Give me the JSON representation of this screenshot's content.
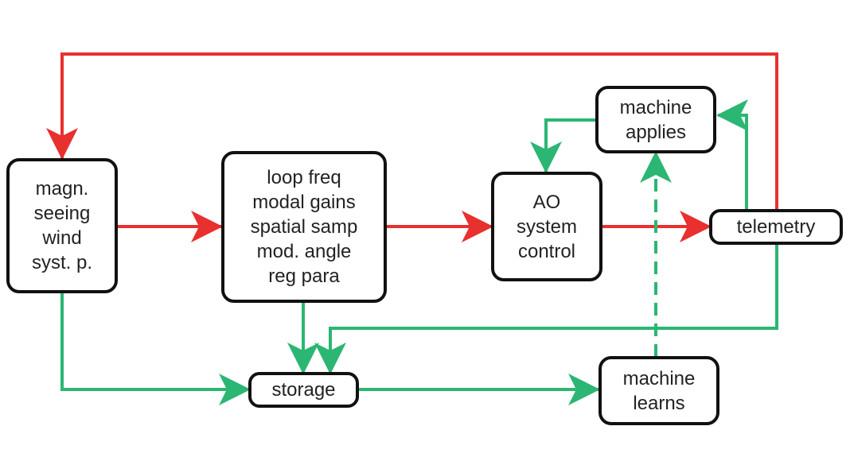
{
  "colors": {
    "forward": "#e8302f",
    "learning": "#2bb673",
    "box_border": "#111111"
  },
  "nodes": {
    "inputs": {
      "lines": [
        "magn.",
        "seeing",
        "wind",
        "syst. p."
      ]
    },
    "parameters": {
      "lines": [
        "loop freq",
        "modal gains",
        "spatial samp",
        "mod. angle",
        "reg para"
      ]
    },
    "ao_control": {
      "lines": [
        "AO",
        "system",
        "control"
      ]
    },
    "machine_applies": {
      "lines": [
        "machine",
        "applies"
      ]
    },
    "telemetry": {
      "lines": [
        "telemetry"
      ]
    },
    "storage": {
      "lines": [
        "storage"
      ]
    },
    "machine_learns": {
      "lines": [
        "machine",
        "learns"
      ]
    }
  },
  "edges": [
    {
      "id": "inputs-to-parameters",
      "from": "inputs",
      "to": "parameters",
      "color": "forward",
      "style": "solid"
    },
    {
      "id": "parameters-to-ao",
      "from": "parameters",
      "to": "ao_control",
      "color": "forward",
      "style": "solid"
    },
    {
      "id": "ao-to-telemetry",
      "from": "ao_control",
      "to": "telemetry",
      "color": "forward",
      "style": "solid"
    },
    {
      "id": "telemetry-to-inputs",
      "from": "telemetry",
      "to": "inputs",
      "color": "forward",
      "style": "solid"
    },
    {
      "id": "telemetry-to-machine-applies",
      "from": "telemetry",
      "to": "machine_applies",
      "color": "learning",
      "style": "solid"
    },
    {
      "id": "machine-applies-to-ao",
      "from": "machine_applies",
      "to": "ao_control",
      "color": "learning",
      "style": "solid"
    },
    {
      "id": "inputs-to-storage",
      "from": "inputs",
      "to": "storage",
      "color": "learning",
      "style": "solid"
    },
    {
      "id": "parameters-to-storage",
      "from": "parameters",
      "to": "storage",
      "color": "learning",
      "style": "solid"
    },
    {
      "id": "telemetry-to-storage",
      "from": "telemetry",
      "to": "storage",
      "color": "learning",
      "style": "solid"
    },
    {
      "id": "storage-to-machine-learns",
      "from": "storage",
      "to": "machine_learns",
      "color": "learning",
      "style": "solid"
    },
    {
      "id": "machine-learns-to-machine-applies",
      "from": "machine_learns",
      "to": "machine_applies",
      "color": "learning",
      "style": "dashed"
    }
  ]
}
